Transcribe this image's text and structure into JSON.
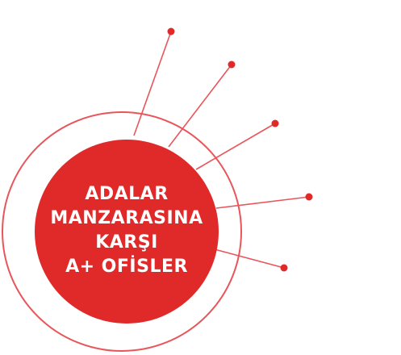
{
  "headline": {
    "lines": [
      "ADALAR",
      "MANZARASINA",
      "KARŞI",
      "A+ OFİSLER"
    ]
  },
  "colors": {
    "accent": "#e02a2a",
    "ring": "#e8555a",
    "text": "#ffffff"
  },
  "icons": {
    "connector_dot": "dot-icon"
  }
}
